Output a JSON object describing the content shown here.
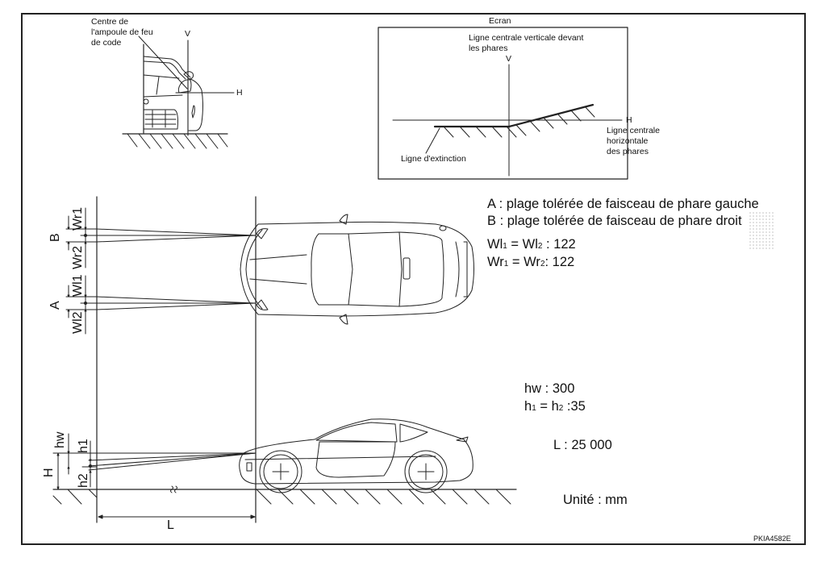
{
  "front_view": {
    "callout_lines": [
      "Centre de",
      "l'ampoule de feu",
      "de code"
    ],
    "v_label": "V",
    "h_label": "H"
  },
  "screen": {
    "title": "Ecran",
    "vertical_line_label": [
      "Ligne centrale verticale devant",
      "les phares"
    ],
    "v_label": "V",
    "h_label": "H",
    "horizontal_line_label": [
      "Ligne centrale",
      "horizontale",
      "des phares"
    ],
    "cutoff_label": "Ligne d'extinction"
  },
  "top_view": {
    "labels": {
      "b": "B",
      "a": "A",
      "wr1": "Wr1",
      "wr2": "Wr2",
      "wl1": "Wl1",
      "wl2": "Wl2"
    }
  },
  "side_view": {
    "labels": {
      "hw": "hw",
      "h1": "h1",
      "h2": "h2",
      "H": "H",
      "L": "L"
    }
  },
  "legend": {
    "a_line": "A : plage tolérée de faisceau de phare gauche",
    "b_line": "B : plage tolérée de faisceau de phare droit",
    "wl_line": {
      "sym1": "Wl",
      "sub1": "1",
      "eq": " = ",
      "sym2": "Wl",
      "sub2": "2",
      "value": " : 122"
    },
    "wr_line": {
      "sym1": "Wr",
      "sub1": "1",
      "eq": " = ",
      "sym2": "Wr",
      "sub2": "2",
      "value": ": 122"
    },
    "hw_line": "hw : 300",
    "h_line": {
      "sym1": "h",
      "sub1": "1",
      "eq": " = ",
      "sym2": "h",
      "sub2": "2",
      "value": " :35"
    },
    "l_line": "L : 25 000",
    "unit_line": "Unité : mm"
  },
  "figure_code": "PKIA4582E",
  "colors": {
    "ink": "#222222",
    "background": "#ffffff"
  }
}
